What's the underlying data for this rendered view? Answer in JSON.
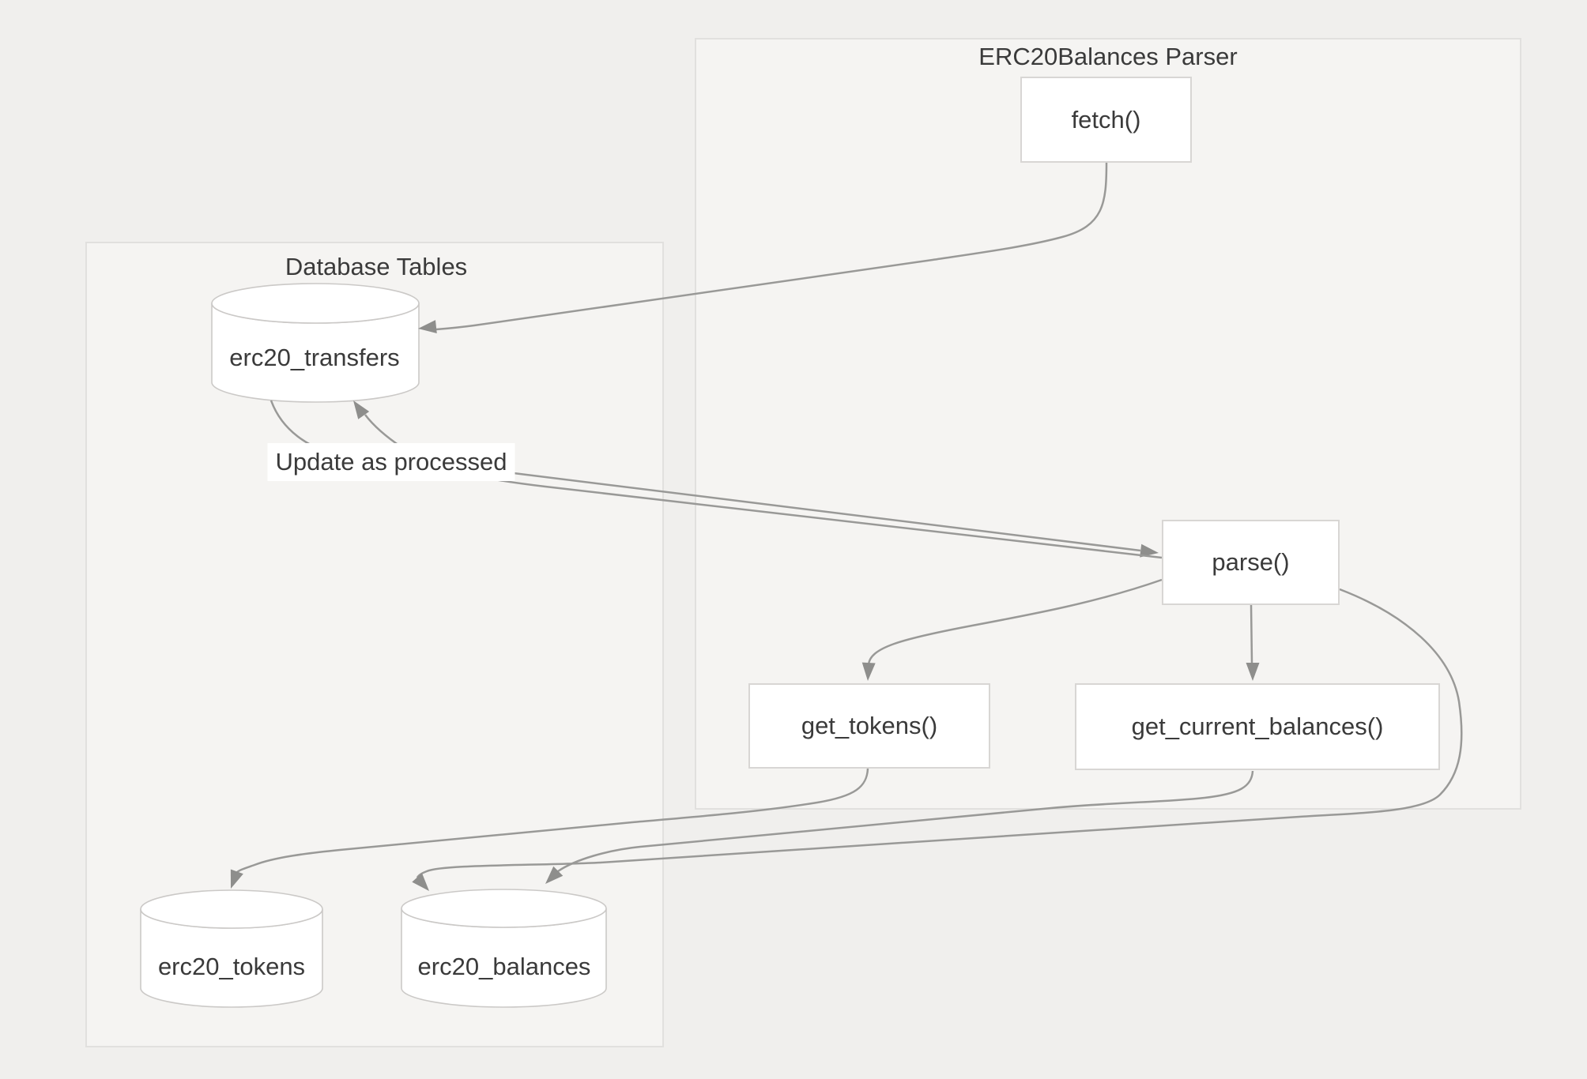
{
  "diagram": {
    "type": "flowchart",
    "containers": [
      {
        "id": "parser",
        "title": "ERC20Balances Parser"
      },
      {
        "id": "db",
        "title": "Database Tables"
      }
    ],
    "nodes": [
      {
        "id": "fetch",
        "label": "fetch()",
        "shape": "rect",
        "container": "parser"
      },
      {
        "id": "parse",
        "label": "parse()",
        "shape": "rect",
        "container": "parser"
      },
      {
        "id": "get_tokens",
        "label": "get_tokens()",
        "shape": "rect",
        "container": "parser"
      },
      {
        "id": "get_current_balances",
        "label": "get_current_balances()",
        "shape": "rect",
        "container": "parser"
      },
      {
        "id": "erc20_transfers",
        "label": "erc20_transfers",
        "shape": "cylinder",
        "container": "db"
      },
      {
        "id": "erc20_tokens",
        "label": "erc20_tokens",
        "shape": "cylinder",
        "container": "db"
      },
      {
        "id": "erc20_balances",
        "label": "erc20_balances",
        "shape": "cylinder",
        "container": "db"
      }
    ],
    "edges": [
      {
        "from": "fetch",
        "to": "erc20_transfers"
      },
      {
        "from": "erc20_transfers",
        "to": "parse"
      },
      {
        "from": "parse",
        "to": "erc20_transfers",
        "label": "Update as processed"
      },
      {
        "from": "parse",
        "to": "get_tokens"
      },
      {
        "from": "parse",
        "to": "get_current_balances"
      },
      {
        "from": "get_tokens",
        "to": "erc20_tokens"
      },
      {
        "from": "get_current_balances",
        "to": "erc20_balances"
      },
      {
        "from": "parse",
        "to": "erc20_balances"
      }
    ],
    "colors": {
      "canvas_bg": "#f0efed",
      "container_bg": "#f5f4f2",
      "container_border": "#e1e0de",
      "node_bg": "#ffffff",
      "node_border": "#d8d6d4",
      "cylinder_stroke": "#cbc9c7",
      "edge": "#999997",
      "arrowhead": "#8e8e8c",
      "text": "#3a3a3a",
      "edge_label_bg": "#ffffff"
    }
  }
}
